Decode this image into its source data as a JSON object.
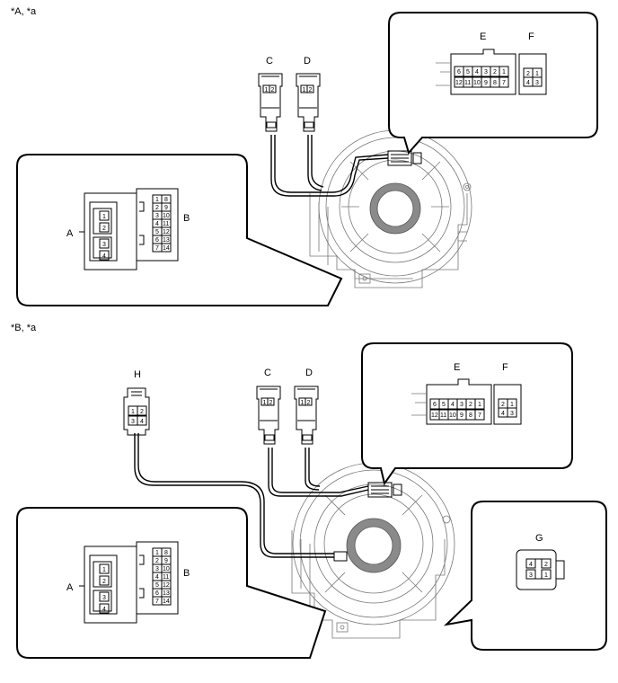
{
  "variant_top": "*A, *a",
  "variant_bottom": "*B, *a",
  "labels": {
    "A": "A",
    "B": "B",
    "C": "C",
    "D": "D",
    "E": "E",
    "F": "F",
    "G": "G",
    "H": "H"
  },
  "connector_E_pins_top": [
    "6",
    "5",
    "4",
    "3",
    "2",
    "1"
  ],
  "connector_E_pins_bottom": [
    "12",
    "11",
    "10",
    "9",
    "8",
    "7"
  ],
  "connector_F_pins": [
    "2",
    "1",
    "4",
    "3"
  ],
  "connector_CD_pins": [
    "1",
    "2"
  ],
  "connector_A_pins": [
    "1",
    "2",
    "3",
    "4"
  ],
  "connector_B_pins": [
    "1",
    "8",
    "2",
    "9",
    "3",
    "10",
    "4",
    "11",
    "5",
    "12",
    "6",
    "13",
    "7",
    "14"
  ],
  "connector_H_pins": [
    "1",
    "2",
    "3",
    "4"
  ],
  "connector_G_pins": [
    "4",
    "2",
    "3",
    "1"
  ],
  "colors": {
    "line": "#000000",
    "detail": "#777777",
    "coil_ring": "#888888"
  }
}
